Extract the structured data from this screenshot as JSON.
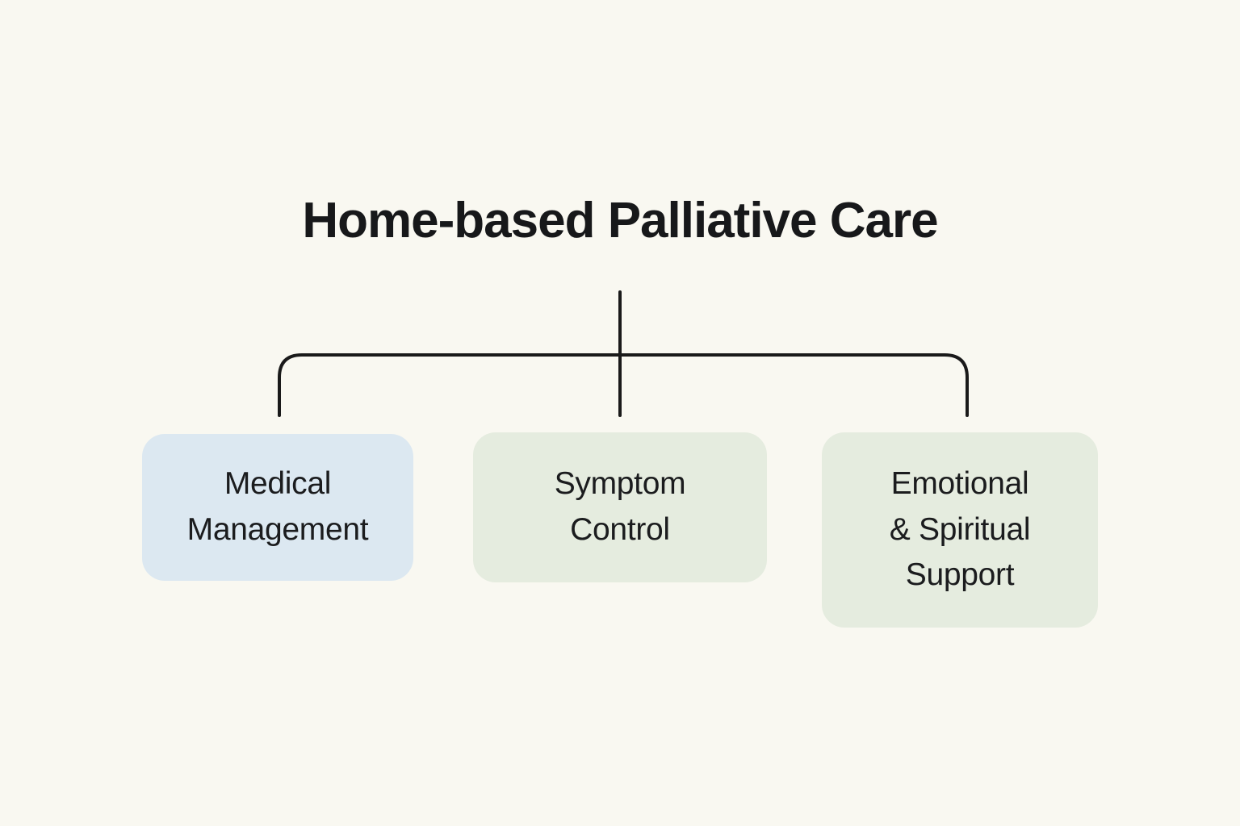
{
  "diagram": {
    "title": "Home-based Palliative Care",
    "root_label": "Home-based Palliative Care",
    "nodes": [
      {
        "id": "medical-management",
        "label_lines": [
          "Medical",
          "Management"
        ],
        "label": "Medical Management",
        "fill_color": "#dce8f1"
      },
      {
        "id": "symptom-control",
        "label_lines": [
          "Symptom",
          "Control"
        ],
        "label": "Symptom Control",
        "fill_color": "#e5ecdf"
      },
      {
        "id": "emotional-spiritual-support",
        "label_lines": [
          "Emotional",
          "& Spiritual",
          "Support"
        ],
        "label": "Emotional & Spiritual Support",
        "fill_color": "#e5ecdf"
      }
    ],
    "colors": {
      "background": "#f9f8f1",
      "text": "#1b1c1e",
      "connector_line": "#1a1a1a",
      "node_blue": "#dce8f1",
      "node_green": "#e5ecdf"
    }
  }
}
